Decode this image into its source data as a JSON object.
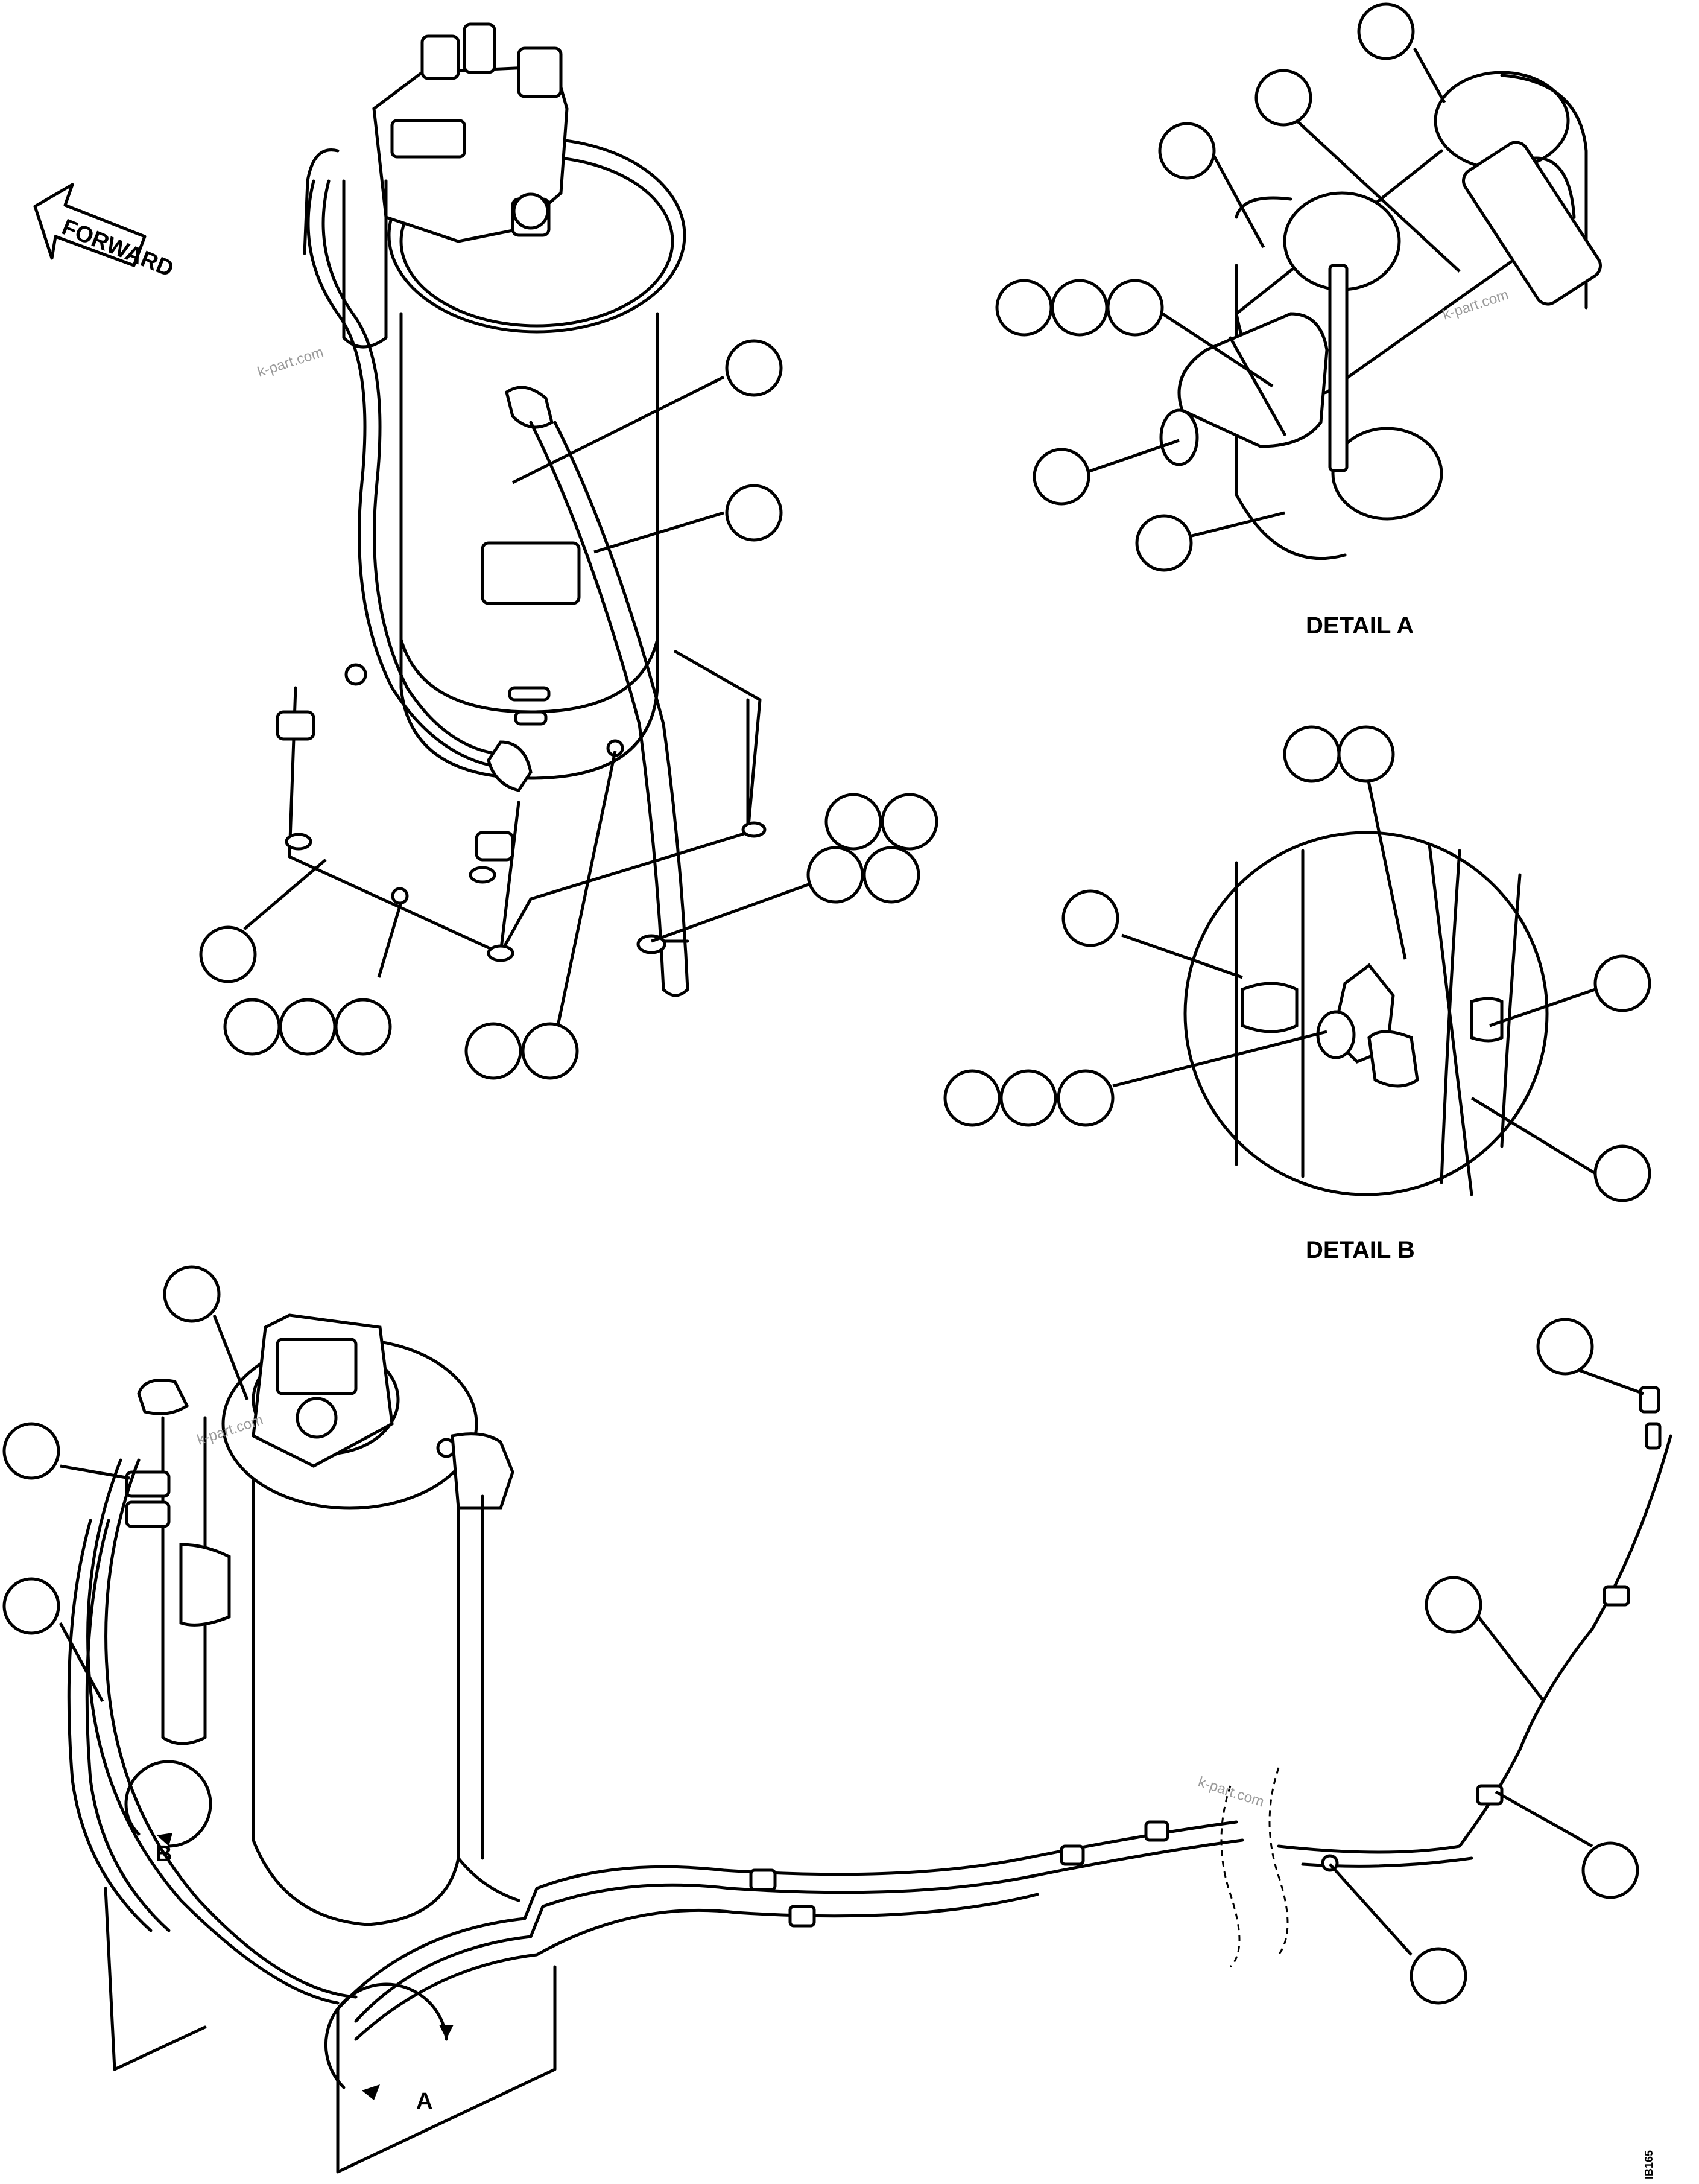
{
  "forward_arrow_label": "FORWARD",
  "detail_a_title": "DETAIL A",
  "detail_b_title": "DETAIL B",
  "callout_letters": {
    "a": "A",
    "b": "B"
  },
  "watermark": "k-part.com",
  "figure_code": "IB165",
  "icons": [
    "forward-arrow-icon",
    "callout-bubble",
    "rotation-arrow-icon"
  ]
}
